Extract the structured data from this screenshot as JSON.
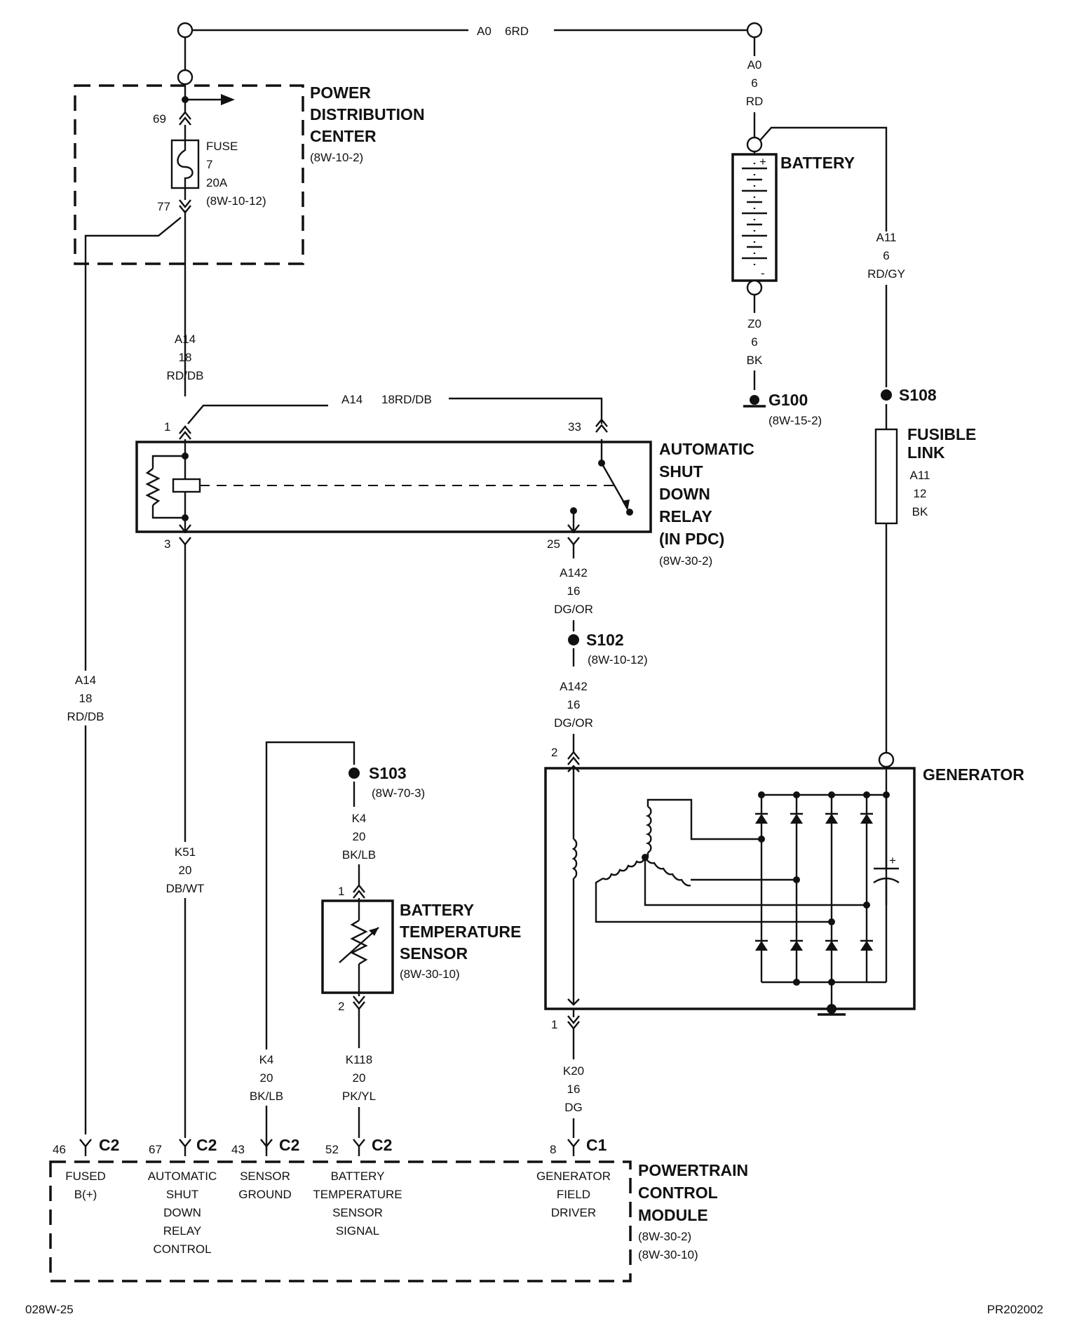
{
  "components": {
    "pdc": {
      "title_1": "POWER",
      "title_2": "DISTRIBUTION",
      "title_3": "CENTER",
      "ref": "(8W-10-2)"
    },
    "fuse": {
      "label": "FUSE",
      "number": "7",
      "rating": "20A",
      "ref": "(8W-10-12)",
      "pin_in": "69",
      "pin_out": "77"
    },
    "battery": {
      "title": "BATTERY",
      "plus": "+",
      "minus": "-"
    },
    "g100": {
      "title": "G100",
      "ref": "(8W-15-2)"
    },
    "s108": {
      "title": "S108"
    },
    "fusible_link": {
      "title_1": "FUSIBLE",
      "title_2": "LINK",
      "wire": "A11",
      "gauge": "12",
      "color": "BK"
    },
    "asd_relay": {
      "title_1": "AUTOMATIC",
      "title_2": "SHUT",
      "title_3": "DOWN",
      "title_4": "RELAY",
      "title_5": "(IN PDC)",
      "ref": "(8W-30-2)",
      "pin1": "1",
      "pin3": "3",
      "pin33": "33",
      "pin25": "25"
    },
    "s102": {
      "title": "S102",
      "ref": "(8W-10-12)"
    },
    "s103": {
      "title": "S103",
      "ref": "(8W-70-3)"
    },
    "bts": {
      "title_1": "BATTERY",
      "title_2": "TEMPERATURE",
      "title_3": "SENSOR",
      "ref": "(8W-30-10)",
      "pin1": "1",
      "pin2": "2"
    },
    "generator": {
      "title": "GENERATOR",
      "pin2": "2",
      "pin1": "1",
      "cap_plus": "+"
    },
    "pcm": {
      "title_1": "POWERTRAIN",
      "title_2": "CONTROL",
      "title_3": "MODULE",
      "ref_1": "(8W-30-2)",
      "ref_2": "(8W-30-10)"
    }
  },
  "wires": {
    "a0_top": {
      "circuit": "A0",
      "spec": "6RD"
    },
    "a0_vertical": {
      "circuit": "A0",
      "gauge": "6",
      "color": "RD"
    },
    "a11": {
      "circuit": "A11",
      "gauge": "6",
      "color": "RD/GY"
    },
    "z0": {
      "circuit": "Z0",
      "gauge": "6",
      "color": "BK"
    },
    "a14_upper": {
      "circuit": "A14",
      "gauge": "18",
      "color": "RD/DB"
    },
    "a14_cross": {
      "circuit": "A14",
      "spec": "18RD/DB"
    },
    "a14_left": {
      "circuit": "A14",
      "gauge": "18",
      "color": "RD/DB"
    },
    "a142_upper": {
      "circuit": "A142",
      "gauge": "16",
      "color": "DG/OR"
    },
    "a142_lower": {
      "circuit": "A142",
      "gauge": "16",
      "color": "DG/OR"
    },
    "k51": {
      "circuit": "K51",
      "gauge": "20",
      "color": "DB/WT"
    },
    "k4_upper": {
      "circuit": "K4",
      "gauge": "20",
      "color": "BK/LB"
    },
    "k4_lower": {
      "circuit": "K4",
      "gauge": "20",
      "color": "BK/LB"
    },
    "k118": {
      "circuit": "K118",
      "gauge": "20",
      "color": "PK/YL"
    },
    "k20": {
      "circuit": "K20",
      "gauge": "16",
      "color": "DG"
    }
  },
  "pcm_pins": [
    {
      "pin": "46",
      "connector": "C2",
      "line1": "FUSED",
      "line2": "B(+)"
    },
    {
      "pin": "67",
      "connector": "C2",
      "line1": "AUTOMATIC",
      "line2": "SHUT",
      "line3": "DOWN",
      "line4": "RELAY",
      "line5": "CONTROL"
    },
    {
      "pin": "43",
      "connector": "C2",
      "line1": "SENSOR",
      "line2": "GROUND"
    },
    {
      "pin": "52",
      "connector": "C2",
      "line1": "BATTERY",
      "line2": "TEMPERATURE",
      "line3": "SENSOR",
      "line4": "SIGNAL"
    },
    {
      "pin": "8",
      "connector": "C1",
      "line1": "GENERATOR",
      "line2": "FIELD",
      "line3": "DRIVER"
    }
  ],
  "footer": {
    "left": "028W-25",
    "right": "PR202002"
  }
}
